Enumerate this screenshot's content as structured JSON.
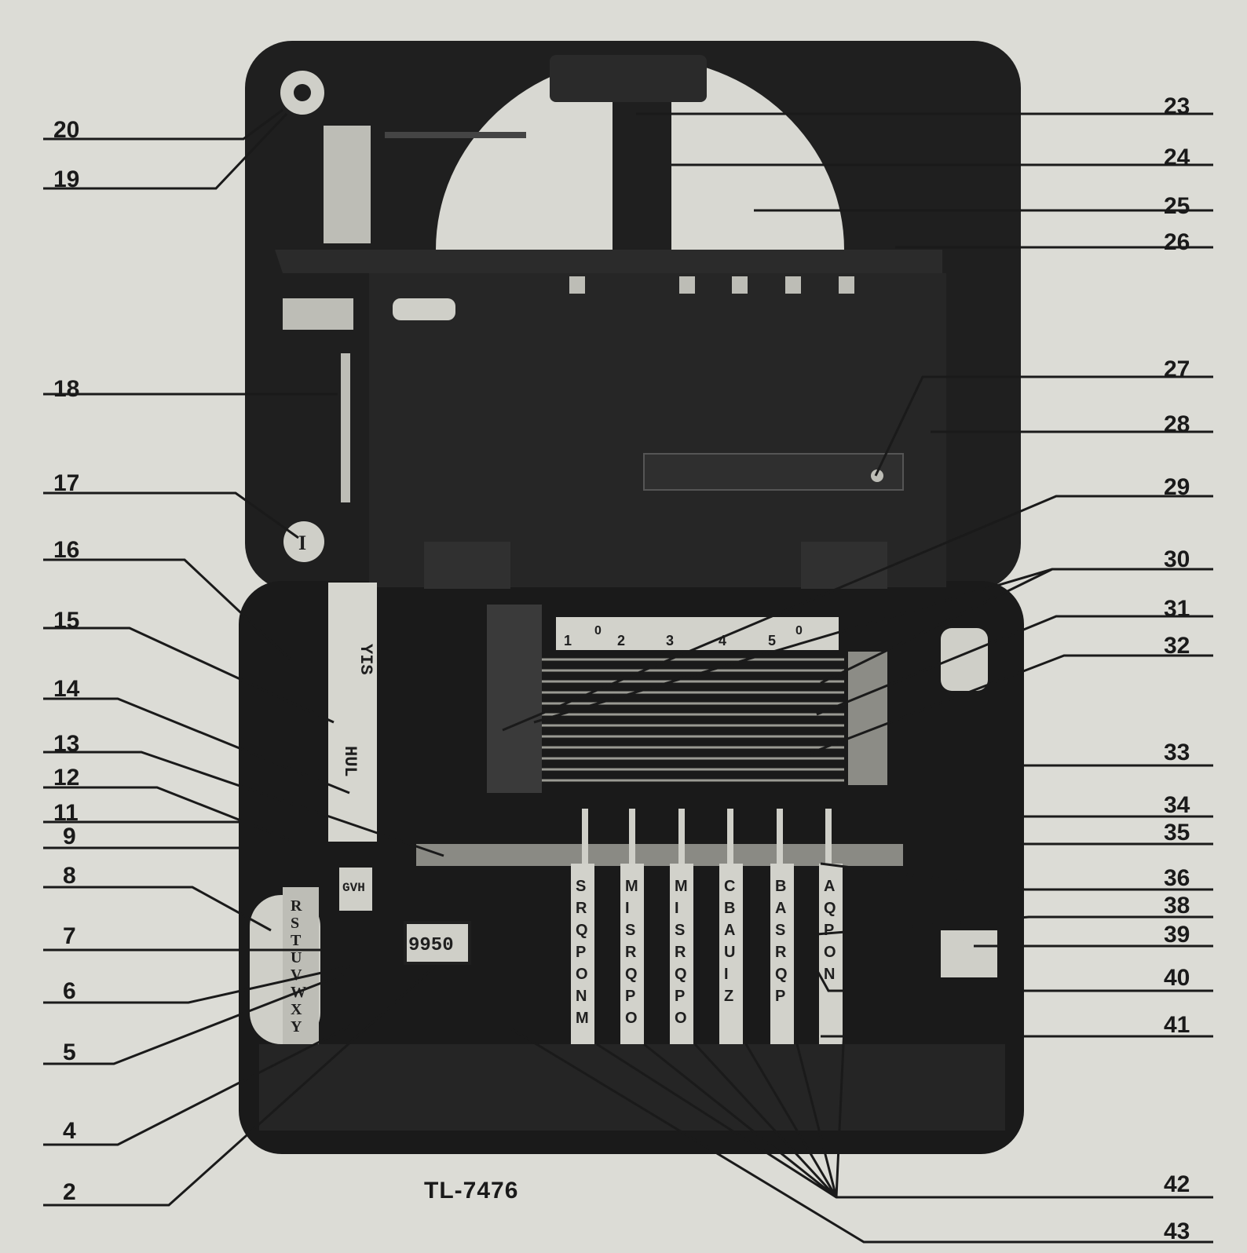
{
  "figure": {
    "caption": "TL-7476",
    "counter_reading": "9950",
    "scale_digits": [
      "1",
      "2",
      "3",
      "4",
      "5"
    ],
    "scale_zero": "0",
    "label_strip_text": [
      "YIS",
      "HUL"
    ],
    "lever_tag": "GVH",
    "dial_letters": [
      "R",
      "S",
      "T",
      "U",
      "V",
      "W",
      "X",
      "Y"
    ],
    "key_letter": "I",
    "wheels": [
      [
        "S",
        "R",
        "Q",
        "P",
        "O",
        "N",
        "M"
      ],
      [
        "M",
        "I",
        "S",
        "R",
        "Q",
        "P",
        "O"
      ],
      [
        "M",
        "I",
        "S",
        "R",
        "Q",
        "P",
        "O"
      ],
      [
        "C",
        "B",
        "A",
        "U",
        "I",
        "Z"
      ],
      [
        "B",
        "A",
        "S",
        "R",
        "Q",
        "P"
      ],
      [
        "A",
        "Q",
        "P",
        "O",
        "N"
      ]
    ]
  },
  "callouts": {
    "left": [
      "20",
      "19",
      "18",
      "17",
      "16",
      "15",
      "14",
      "13",
      "12",
      "11",
      "9",
      "8",
      "7",
      "6",
      "5",
      "4",
      "2"
    ],
    "right": [
      "23",
      "24",
      "25",
      "26",
      "27",
      "28",
      "29",
      "30",
      "31",
      "32",
      "33",
      "34",
      "35",
      "36",
      "38",
      "39",
      "40",
      "41",
      "42",
      "43"
    ]
  },
  "colors": {
    "paper": "#dcdcd6",
    "case": "#1c1c1c",
    "ink": "#1a1a1a",
    "light_metal": "#cfcfc8"
  }
}
